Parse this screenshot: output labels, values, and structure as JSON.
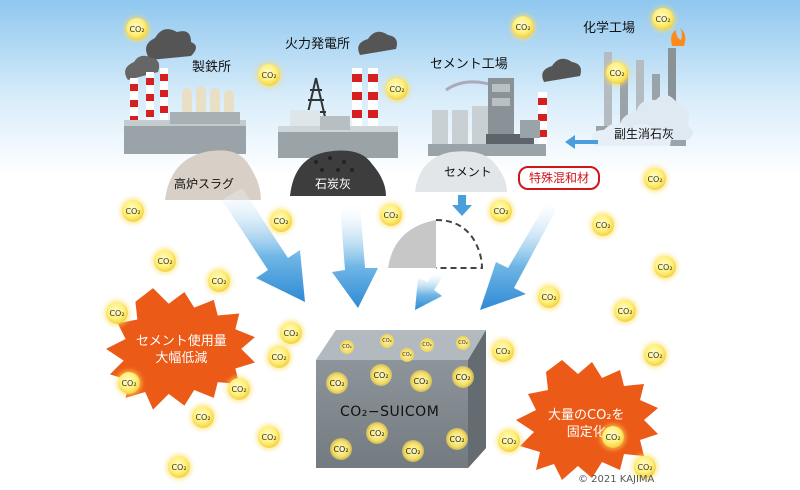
{
  "facilities": {
    "steel": "製鉄所",
    "thermal": "火力発電所",
    "cement_plant": "セメント工場",
    "chemical": "化学工場",
    "byproduct": "副生消石灰"
  },
  "materials": {
    "slag": "高炉スラグ",
    "ash": "石炭灰",
    "cement": "セメント",
    "special": "特殊混和材"
  },
  "product": "CO₂−SUICOM",
  "callout_left": [
    "セメント使用量",
    "大幅低減"
  ],
  "callout_right": [
    "大量のCO₂を",
    "固定化"
  ],
  "co2_label": "CO₂",
  "copyright": "© 2021 KAJIMA",
  "colors": {
    "arrow_blue": "#4a9edb",
    "burst_orange": "#ec5a18",
    "concrete_gray": "#7d858b",
    "badge_red": "#d0161b"
  }
}
